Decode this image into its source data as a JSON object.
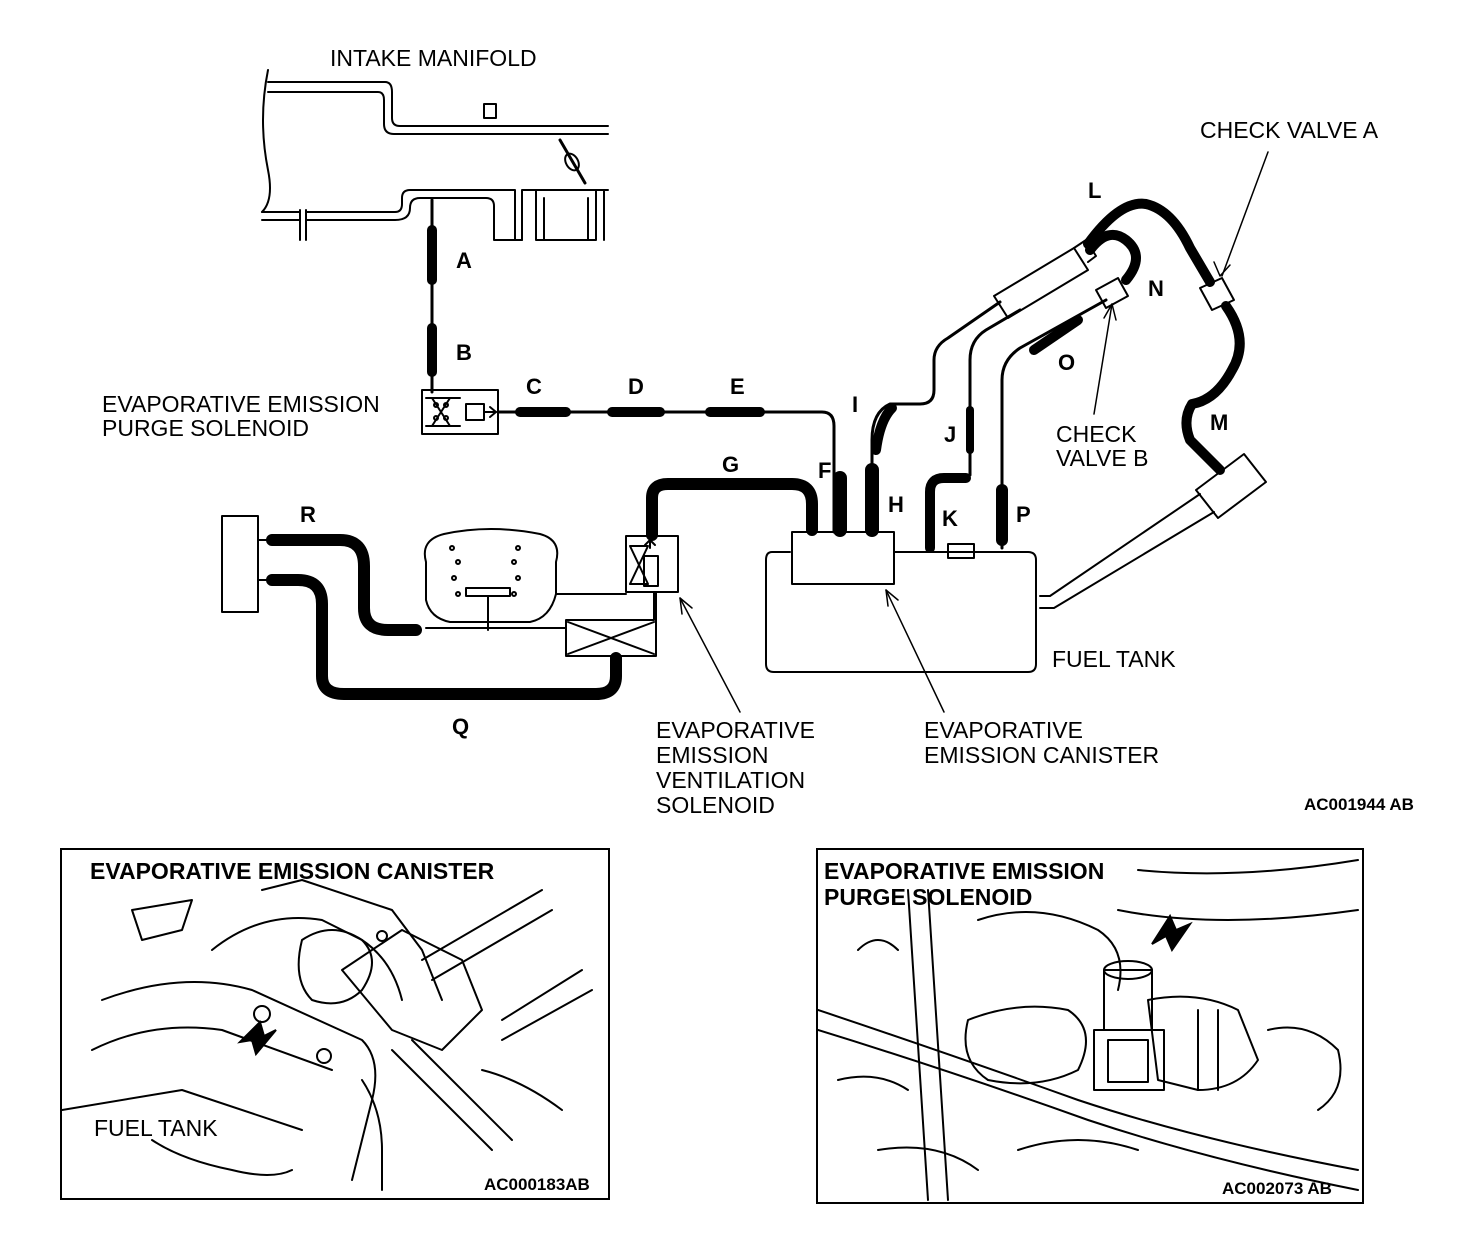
{
  "labels": {
    "intake_manifold": "INTAKE MANIFOLD",
    "check_valve_a": "CHECK VALVE A",
    "check_valve_b_line1": "CHECK",
    "check_valve_b_line2": "VALVE B",
    "purge_solenoid_line1": "EVAPORATIVE EMISSION",
    "purge_solenoid_line2": "PURGE SOLENOID",
    "fuel_tank": "FUEL TANK",
    "vent_solenoid_line1": "EVAPORATIVE",
    "vent_solenoid_line2": "EMISSION",
    "vent_solenoid_line3": "VENTILATION",
    "vent_solenoid_line4": "SOLENOID",
    "canister_line1": "EVAPORATIVE",
    "canister_line2": "EMISSION CANISTER",
    "ref_main": "AC001944 AB"
  },
  "hoses": [
    "A",
    "B",
    "C",
    "D",
    "E",
    "F",
    "G",
    "H",
    "I",
    "J",
    "K",
    "L",
    "M",
    "N",
    "O",
    "P",
    "Q",
    "R"
  ],
  "panels": {
    "canister": {
      "title": "EVAPORATIVE EMISSION CANISTER",
      "fuel_tank_label": "FUEL TANK",
      "ref": "AC000183AB"
    },
    "purge": {
      "title_line1": "EVAPORATIVE EMISSION",
      "title_line2": "PURGE SOLENOID",
      "ref": "AC002073 AB"
    }
  },
  "colors": {
    "ink": "#000000",
    "paper": "#ffffff"
  }
}
